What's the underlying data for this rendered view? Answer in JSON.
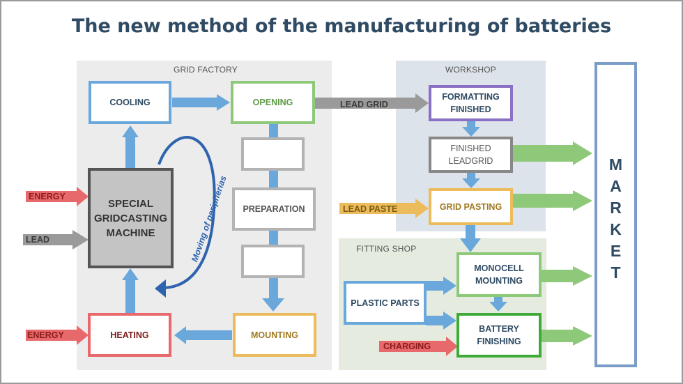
{
  "title": "The new method of the manufacturing of batteries",
  "regions": {
    "grid_factory": "GRID FACTORY",
    "workshop": "WORKSHOP",
    "fitting_shop": "FITTING SHOP"
  },
  "boxes": {
    "cooling": "COOLING",
    "opening": "OPENING",
    "special_machine": "SPECIAL GRIDCASTING MACHINE",
    "preparation": "PREPARATION",
    "heating": "HEATING",
    "mounting": "MOUNTING",
    "formatting_finished": "FORMATTING FINISHED",
    "finished_leadgrid": "FINISHED LEADGRID",
    "grid_pasting": "GRID PASTING",
    "monocell_mounting": "MONOCELL MOUNTING",
    "plastic_parts": "PLASTIC PARTS",
    "battery_finishing": "BATTERY FINISHING"
  },
  "inputs": {
    "energy_top": "ENERGY",
    "lead": "LEAD",
    "energy_bottom": "ENERGY",
    "lead_grid": "LEAD GRID",
    "lead_paste": "LEAD PASTE",
    "charging": "CHARGING"
  },
  "curved_label": "Moving of peripherias",
  "market": [
    "M",
    "A",
    "R",
    "K",
    "E",
    "T"
  ],
  "colors": {
    "blue_arrow": "#6aa8dc",
    "green_arrow": "#8ec97a",
    "gray_arrow": "#9a9a9a",
    "red_arrow": "#e8696b",
    "orange_arrow": "#ecbc5c",
    "grid_factory_bg": "#ececec",
    "workshop_bg": "#dde3ea",
    "fitting_bg": "#e5ecdf"
  }
}
